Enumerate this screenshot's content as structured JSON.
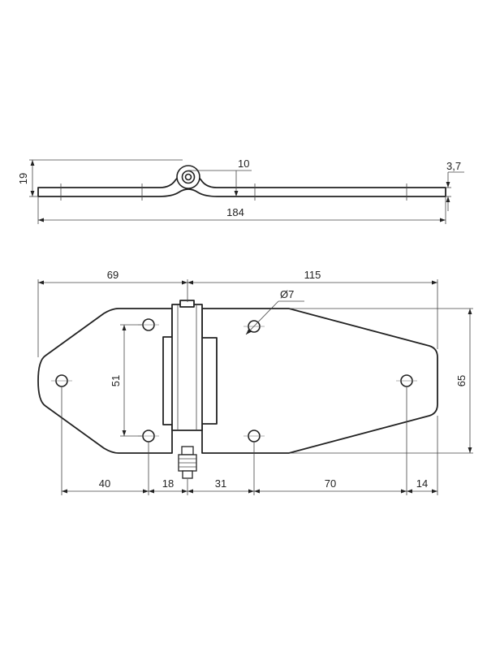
{
  "dimensions": {
    "side_height": "19",
    "pin_offset": "10",
    "plate_thickness": "3,7",
    "overall_length": "184",
    "left_leaf_width": "69",
    "right_leaf_width": "115",
    "hole_diameter": "Ø7",
    "hole_vertical_spacing": "51",
    "plate_height": "65",
    "bottom_chain": [
      "40",
      "18",
      "31",
      "70",
      "14"
    ]
  }
}
